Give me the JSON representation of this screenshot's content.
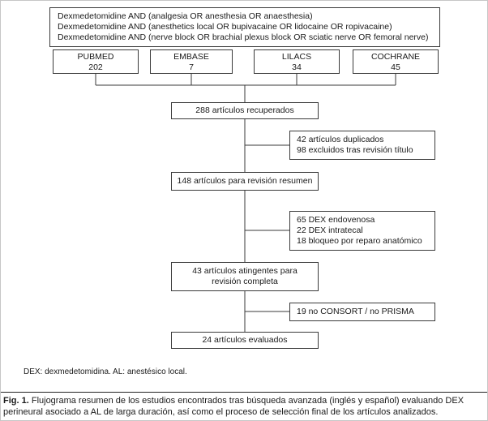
{
  "search_box": {
    "lines": [
      "Dexmedetomidine AND (analgesia OR anesthesia OR anaesthesia)",
      "Dexmedetomidine AND (anesthetics local OR bupivacaine OR lidocaine OR ropivacaine)",
      "Dexmedetomidine AND (nerve block OR brachial plexus block OR sciatic nerve OR femoral nerve)"
    ]
  },
  "databases": [
    {
      "name": "PUBMED",
      "count": "202"
    },
    {
      "name": "EMBASE",
      "count": "7"
    },
    {
      "name": "LILACS",
      "count": "34"
    },
    {
      "name": "COCHRANE",
      "count": "45"
    }
  ],
  "flow_boxes": {
    "retrieved": "288 artículos recuperados",
    "abstract_review": "148 artículos para revisión resumen",
    "full_review": "43 artículos atingentes para revisión completa",
    "evaluated": "24 artículos evaluados"
  },
  "exclusion_boxes": {
    "first": {
      "lines": [
        "42 artículos duplicados",
        "98 excluidos tras revisión título"
      ]
    },
    "second": {
      "lines": [
        "65 DEX endovenosa",
        "22 DEX intratecal",
        "18 bloqueo por reparo anatómico"
      ]
    },
    "third": {
      "lines": [
        "19 no CONSORT / no PRISMA"
      ]
    }
  },
  "footnote": "DEX: dexmedetomidina. AL: anestésico local.",
  "caption": {
    "label": "Fig. 1.",
    "text": "Flujograma resumen de los estudios encontrados tras búsqueda avanzada (inglés y español) evaluando DEX perineural asociado a AL de larga duración, así como el proceso de selección final de los artículos analizados."
  }
}
